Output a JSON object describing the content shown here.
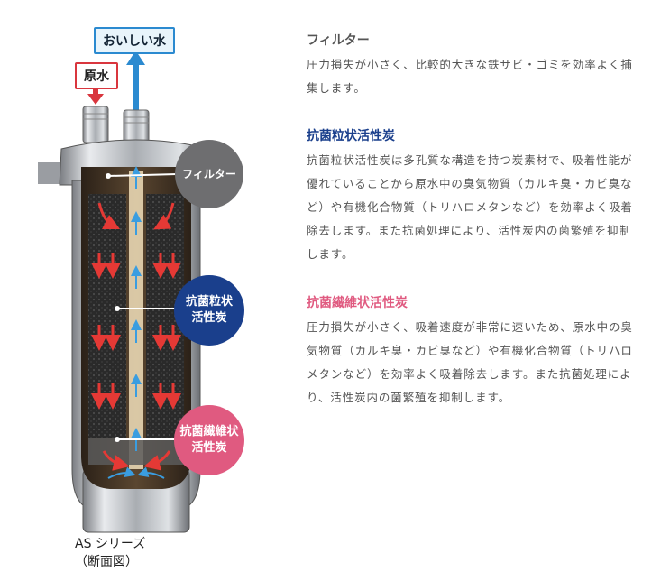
{
  "figure": {
    "label_clean_water": "おいしい水",
    "label_raw_water": "原水",
    "callout_filter": "フィルター",
    "callout_granular": "抗菌粒状\n活性炭",
    "callout_fiber": "抗菌繊維状\n活性炭",
    "caption_line1": "AS シリーズ",
    "caption_line2": "（断面図）"
  },
  "sections": [
    {
      "title": "フィルター",
      "body": "圧力損失が小さく、比較的大きな鉄サビ・ゴミを効率よく捕集します。"
    },
    {
      "title": "抗菌粒状活性炭",
      "body": "抗菌粒状活性炭は多孔質な構造を持つ炭素材で、吸着性能が優れていることから原水中の臭気物質（カルキ臭・カビ臭など）や有機化合物質（トリハロメタンなど）を効率よく吸着除去します。また抗菌処理により、活性炭内の菌繁殖を抑制します。"
    },
    {
      "title": "抗菌繊維状活性炭",
      "body": "圧力損失が小さく、吸着速度が非常に速いため、原水中の臭気物質（カルキ臭・カビ臭など）や有機化合物質（トリハロメタンなど）を効率よく吸着除去します。また抗菌処理により、活性炭内の菌繁殖を抑制します。"
    }
  ],
  "colors": {
    "accent_blue": "#1a3f8c",
    "accent_pink": "#e05a80",
    "filter_gray": "#6e6e70",
    "water_blue": "#2b8ad0",
    "raw_red": "#d9363e"
  }
}
